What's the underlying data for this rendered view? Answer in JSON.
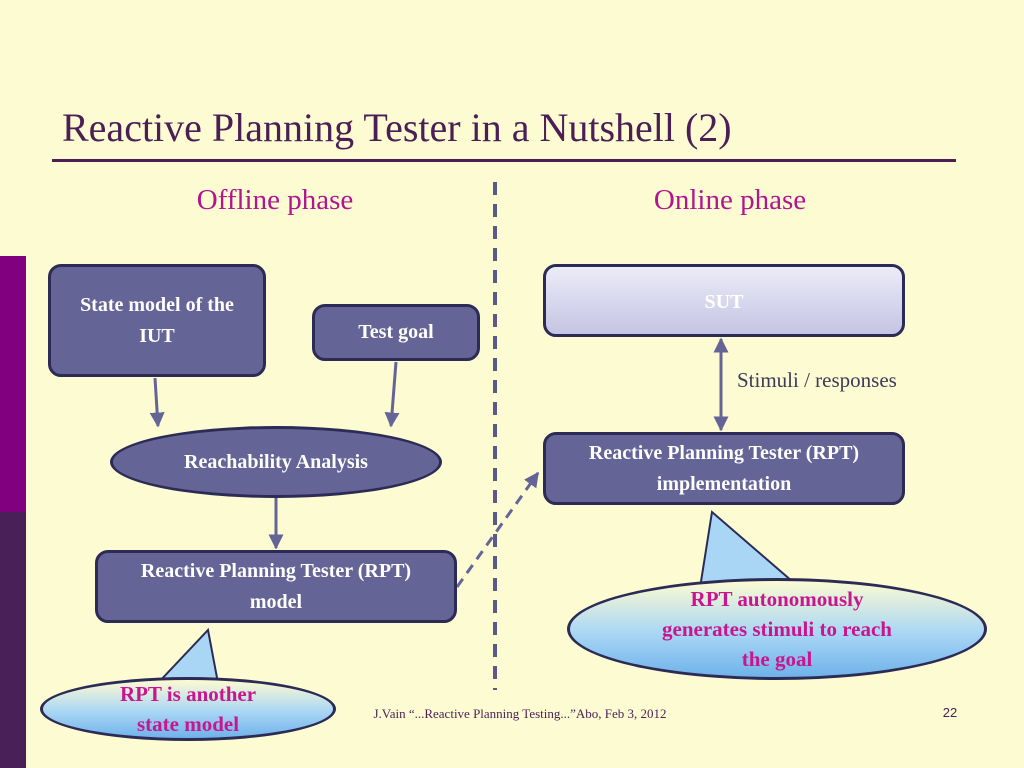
{
  "slide": {
    "title": "Reactive Planning Tester in a Nutshell (2)",
    "footer": "J.Vain “...Reactive Planning Testing...”Abo, Feb 3, 2012",
    "page_number": "22"
  },
  "phases": {
    "offline": "Offline phase",
    "online": "Online phase"
  },
  "offline": {
    "state_model": "State model of the IUT",
    "test_goal": "Test goal",
    "reachability": "Reachability Analysis",
    "rpt_model": "Reactive Planning Tester (RPT) model",
    "callout": "RPT is another state model"
  },
  "online": {
    "sut": "SUT",
    "stimuli_label": "Stimuli / responses",
    "rpt_impl": "Reactive Planning Tester (RPT) implementation",
    "callout": "RPT autonomously generates stimuli to reach the goal"
  },
  "colors": {
    "background": "#fdfbd2",
    "title": "#4b1f55",
    "phase_heading": "#b0168f",
    "node_fill": "#646496",
    "node_border": "#2b2b55",
    "callout_text": "#c8168e",
    "side_strip_top": "#800080",
    "side_strip_bottom": "#4a2058"
  }
}
